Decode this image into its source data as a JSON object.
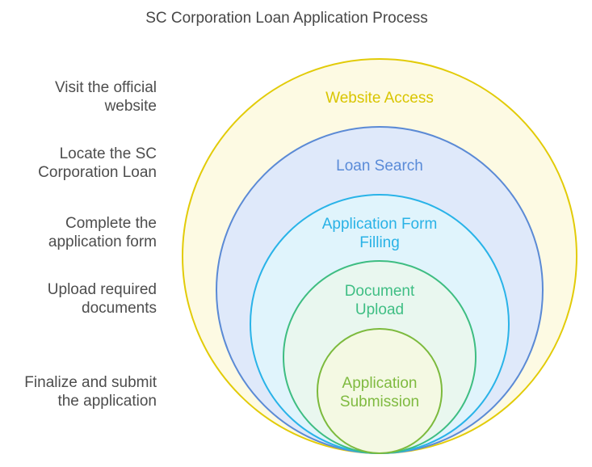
{
  "title": "SC Corporation Loan Application Process",
  "diagram": {
    "type": "nested-circles",
    "stages": [
      {
        "step_label": "Visit the official\nwebsite",
        "circle_label": "Website Access",
        "stroke_color": "#e2cb08",
        "fill_color": "#fdfae3",
        "text_color": "#d9c500"
      },
      {
        "step_label": "Locate the SC\nCorporation Loan",
        "circle_label": "Loan Search",
        "stroke_color": "#5b8ad5",
        "fill_color": "#dfe9fa",
        "text_color": "#5a8bd8"
      },
      {
        "step_label": "Complete the\napplication form",
        "circle_label": "Application Form\nFilling",
        "stroke_color": "#29b3e8",
        "fill_color": "#e0f4fc",
        "text_color": "#29b2e6"
      },
      {
        "step_label": "Upload required\ndocuments",
        "circle_label": "Document\nUpload",
        "stroke_color": "#3ebd82",
        "fill_color": "#e9f7ef",
        "text_color": "#3fbe84"
      },
      {
        "step_label": "Finalize and submit\nthe application",
        "circle_label": "Application\nSubmission",
        "stroke_color": "#7cba3d",
        "fill_color": "#f4f9e3",
        "text_color": "#7fba40"
      }
    ]
  }
}
